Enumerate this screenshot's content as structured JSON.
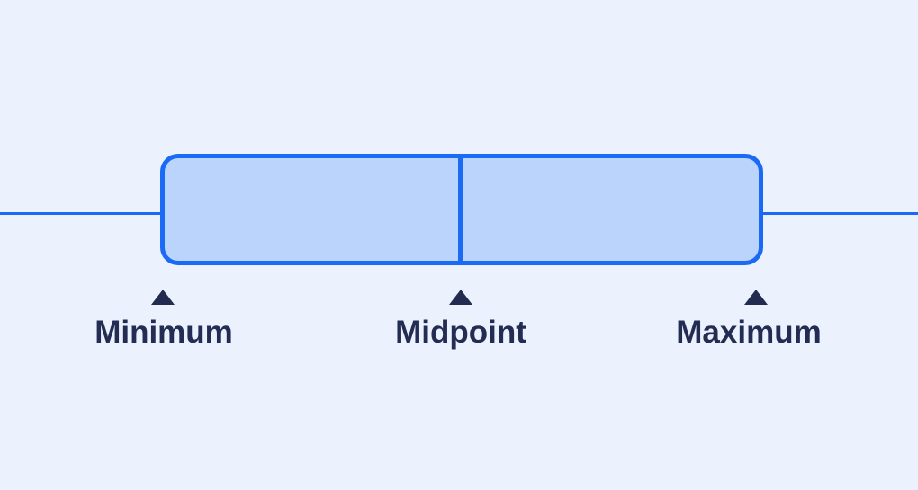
{
  "diagram": {
    "type": "range-box",
    "colors": {
      "background": "#EBF2FE",
      "stroke": "#1A6AF5",
      "fill": "#BAD4FC",
      "marker": "#222B50",
      "label": "#232C52"
    },
    "markers": [
      {
        "id": "minimum",
        "label": "Minimum",
        "icon": "triangle-up-icon"
      },
      {
        "id": "midpoint",
        "label": "Midpoint",
        "icon": "triangle-up-icon"
      },
      {
        "id": "maximum",
        "label": "Maximum",
        "icon": "triangle-up-icon"
      }
    ]
  }
}
